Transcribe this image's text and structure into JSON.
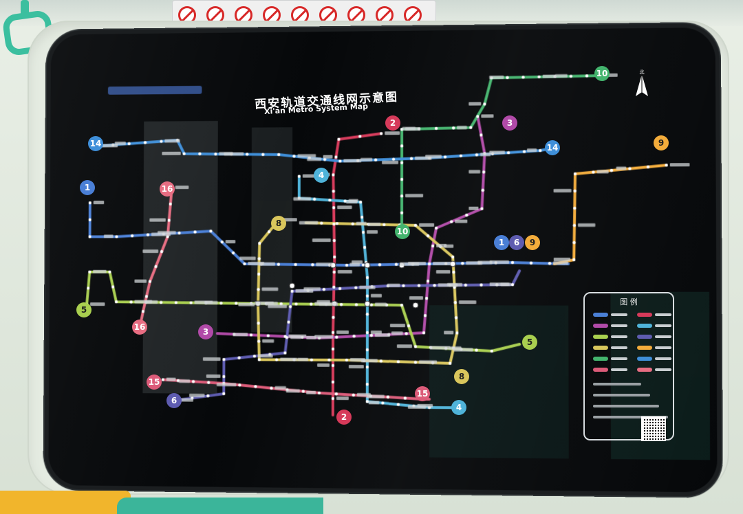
{
  "map": {
    "title_cn": "西安轨道交通线网示意图",
    "title_en": "Xi'an Metro System Map",
    "legend_title": "图 例",
    "north_label": "北"
  },
  "lines": [
    {
      "id": "1",
      "color": "#4a7fd6"
    },
    {
      "id": "2",
      "color": "#d63a5a"
    },
    {
      "id": "3",
      "color": "#b14aa8"
    },
    {
      "id": "4",
      "color": "#4fb3d9"
    },
    {
      "id": "5",
      "color": "#a9cf4f"
    },
    {
      "id": "6",
      "color": "#5e5cb0"
    },
    {
      "id": "8",
      "color": "#d9c65c"
    },
    {
      "id": "9",
      "color": "#f3ac3b"
    },
    {
      "id": "10",
      "color": "#44b46e"
    },
    {
      "id": "14",
      "color": "#3f8fd9"
    },
    {
      "id": "15",
      "color": "#dc5b79"
    },
    {
      "id": "16",
      "color": "#e76d82"
    }
  ],
  "badges": [
    {
      "label": "10",
      "line": "10"
    },
    {
      "label": "2",
      "line": "2"
    },
    {
      "label": "3",
      "line": "3"
    },
    {
      "label": "14",
      "line": "14"
    },
    {
      "label": "14",
      "line": "14"
    },
    {
      "label": "9",
      "line": "9"
    },
    {
      "label": "4",
      "line": "4"
    },
    {
      "label": "1",
      "line": "1"
    },
    {
      "label": "16",
      "line": "16"
    },
    {
      "label": "8",
      "line": "8"
    },
    {
      "label": "10",
      "line": "10"
    },
    {
      "label": "1",
      "line": "1"
    },
    {
      "label": "6",
      "line": "6"
    },
    {
      "label": "9",
      "line": "9"
    },
    {
      "label": "5",
      "line": "5"
    },
    {
      "label": "16",
      "line": "16"
    },
    {
      "label": "3",
      "line": "3"
    },
    {
      "label": "5",
      "line": "5"
    },
    {
      "label": "8",
      "line": "8"
    },
    {
      "label": "15",
      "line": "15"
    },
    {
      "label": "6",
      "line": "6"
    },
    {
      "label": "15",
      "line": "15"
    },
    {
      "label": "4",
      "line": "4"
    },
    {
      "label": "2",
      "line": "2"
    }
  ]
}
